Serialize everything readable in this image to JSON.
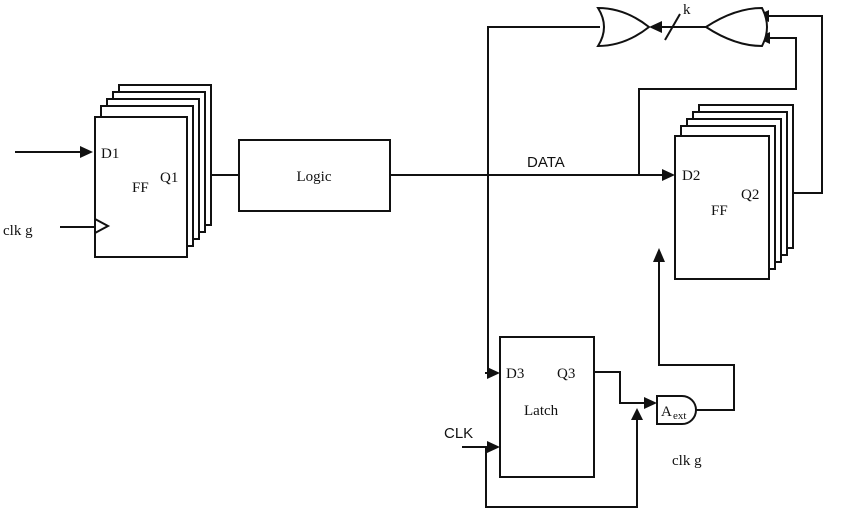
{
  "ff1": {
    "d_label": "D1",
    "q_label": "Q1",
    "name": "FF",
    "clk_label": "clk  g"
  },
  "logic": {
    "label": "Logic"
  },
  "bus": {
    "label": "DATA"
  },
  "ff2": {
    "d_label": "D2",
    "q_label": "Q2",
    "name": "FF"
  },
  "feedback": {
    "bus_width_label": "k"
  },
  "latch": {
    "d_label": "D3",
    "q_label": "Q3",
    "name": "Latch",
    "clk_label": "CLK"
  },
  "and_gate": {
    "label_main": "A",
    "label_sub": "ext"
  },
  "clk_g_bottom": {
    "label": "clk  g"
  }
}
